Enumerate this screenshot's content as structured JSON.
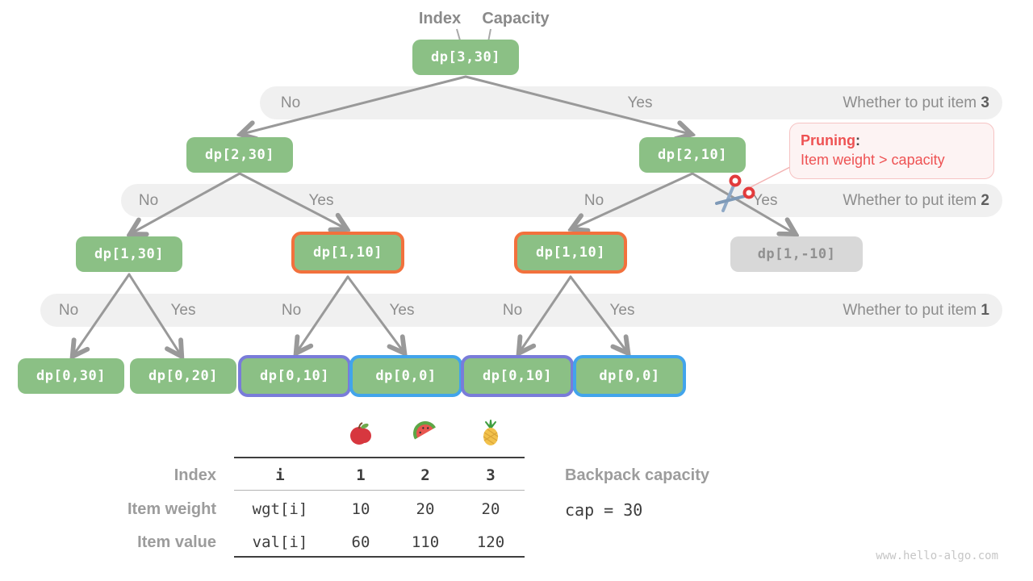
{
  "pointers": {
    "index": "Index",
    "capacity": "Capacity"
  },
  "nodes": [
    {
      "label": "dp[3,30]",
      "style": "green"
    },
    {
      "label": "dp[2,30]",
      "style": "green"
    },
    {
      "label": "dp[2,10]",
      "style": "green"
    },
    {
      "label": "dp[1,30]",
      "style": "green"
    },
    {
      "label": "dp[1,10]",
      "style": "orange"
    },
    {
      "label": "dp[1,10]",
      "style": "orange"
    },
    {
      "label": "dp[1,-10]",
      "style": "gray"
    },
    {
      "label": "dp[0,30]",
      "style": "green"
    },
    {
      "label": "dp[0,20]",
      "style": "green"
    },
    {
      "label": "dp[0,10]",
      "style": "purple"
    },
    {
      "label": "dp[0,0]",
      "style": "blue"
    },
    {
      "label": "dp[0,10]",
      "style": "purple"
    },
    {
      "label": "dp[0,0]",
      "style": "blue"
    }
  ],
  "bands": [
    {
      "question": "Whether to put item ",
      "item": "3",
      "labels": [
        "No",
        "Yes"
      ]
    },
    {
      "question": "Whether to put item ",
      "item": "2",
      "labels": [
        "No",
        "Yes",
        "No",
        "Yes"
      ]
    },
    {
      "question": "Whether to put item ",
      "item": "1",
      "labels": [
        "No",
        "Yes",
        "No",
        "Yes",
        "No",
        "Yes"
      ]
    }
  ],
  "pruning": {
    "title": "Pruning",
    "colon": ":",
    "line2": "Item weight > capacity"
  },
  "table": {
    "fruits": [
      "apple-emoji",
      "watermelon-emoji",
      "pineapple-emoji"
    ],
    "row_headers": [
      "Index",
      "Item weight",
      "Item value"
    ],
    "header_row": [
      "i",
      "1",
      "2",
      "3"
    ],
    "weight_row": [
      "wgt[i]",
      "10",
      "20",
      "20"
    ],
    "value_row": [
      "val[i]",
      "60",
      "110",
      "120"
    ]
  },
  "backpack": {
    "label": "Backpack capacity",
    "value": "cap = 30"
  },
  "watermark": "www.hello-algo.com",
  "colors": {
    "node_green": "#8bc085",
    "node_gray": "#d8d8d8",
    "border_orange": "#f2713d",
    "border_purple": "#797cd9",
    "border_blue": "#42a4eb",
    "band_bg": "#f0f0f0",
    "arrow_gray": "#999999",
    "pruning_red": "#ee5253"
  }
}
